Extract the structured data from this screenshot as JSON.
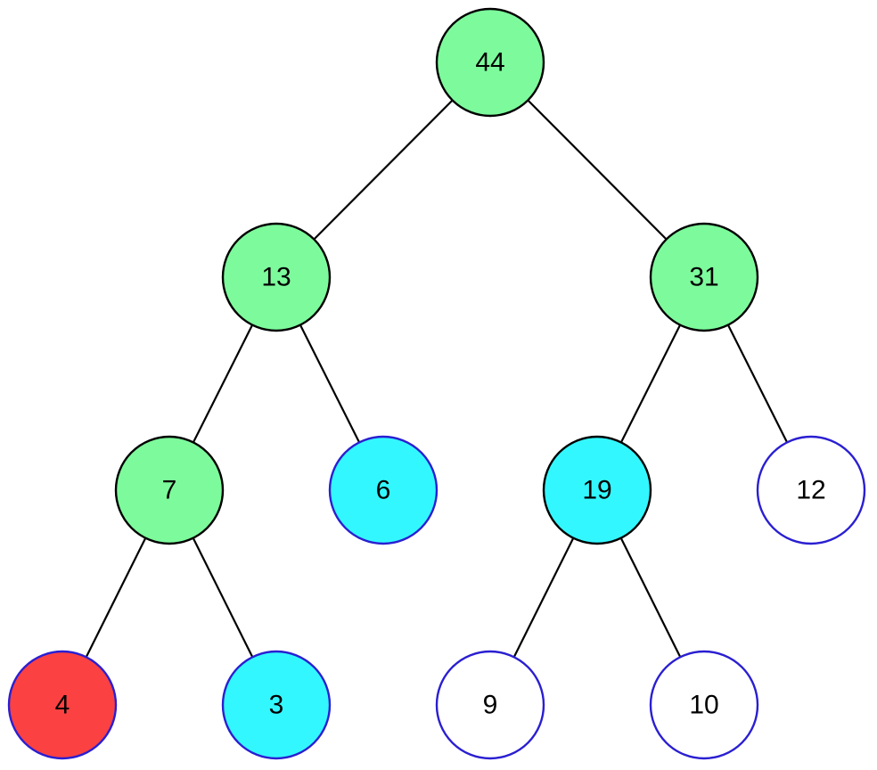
{
  "tree": {
    "colors": {
      "green": "#7dfb9c",
      "cyan": "#33f7ff",
      "red": "#fb4141",
      "white": "#ffffff",
      "dark_stroke": "#000000",
      "blue_stroke": "#2a1fd1"
    },
    "nodes": [
      {
        "id": "n44",
        "label": "44",
        "fill": "green",
        "stroke": "dark_stroke"
      },
      {
        "id": "n13",
        "label": "13",
        "fill": "green",
        "stroke": "dark_stroke"
      },
      {
        "id": "n31",
        "label": "31",
        "fill": "green",
        "stroke": "dark_stroke"
      },
      {
        "id": "n7",
        "label": "7",
        "fill": "green",
        "stroke": "dark_stroke"
      },
      {
        "id": "n6",
        "label": "6",
        "fill": "cyan",
        "stroke": "blue_stroke"
      },
      {
        "id": "n19",
        "label": "19",
        "fill": "cyan",
        "stroke": "dark_stroke"
      },
      {
        "id": "n12",
        "label": "12",
        "fill": "white",
        "stroke": "blue_stroke"
      },
      {
        "id": "n4",
        "label": "4",
        "fill": "red",
        "stroke": "blue_stroke"
      },
      {
        "id": "n3",
        "label": "3",
        "fill": "cyan",
        "stroke": "blue_stroke"
      },
      {
        "id": "n9",
        "label": "9",
        "fill": "white",
        "stroke": "blue_stroke"
      },
      {
        "id": "n10",
        "label": "10",
        "fill": "white",
        "stroke": "blue_stroke"
      }
    ],
    "edges": [
      {
        "from": "n44",
        "to": "n13"
      },
      {
        "from": "n44",
        "to": "n31"
      },
      {
        "from": "n13",
        "to": "n7"
      },
      {
        "from": "n13",
        "to": "n6"
      },
      {
        "from": "n31",
        "to": "n19"
      },
      {
        "from": "n31",
        "to": "n12"
      },
      {
        "from": "n7",
        "to": "n4"
      },
      {
        "from": "n7",
        "to": "n3"
      },
      {
        "from": "n19",
        "to": "n9"
      },
      {
        "from": "n19",
        "to": "n10"
      }
    ]
  }
}
